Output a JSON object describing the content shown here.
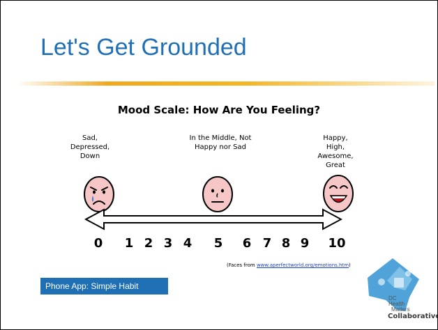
{
  "slide": {
    "title": "Let's Get Grounded"
  },
  "mood_scale": {
    "heading": "Mood Scale: How Are You Feeling?",
    "labels": {
      "sad": "Sad,\nDepressed,\nDown",
      "middle": "In the Middle, Not\nHappy nor Sad",
      "happy": "Happy,\nHigh,\nAwesome,\nGreat"
    },
    "numbers": [
      "0",
      "1",
      "2",
      "3",
      "4",
      "5",
      "6",
      "7",
      "8",
      "9",
      "10"
    ],
    "source_prefix": "(Faces from ",
    "source_link": "www.aperfectworld.org/emotions.htm",
    "source_suffix": ")"
  },
  "footer": {
    "app_label": "Phone App: Simple Habit",
    "logo": {
      "line1": "DC",
      "line2": "Health",
      "line3": "Matters",
      "line4": "Collaborative"
    }
  },
  "colors": {
    "title": "#1f6fb5",
    "accent_rule": "#f0a820",
    "app_box": "#1f6fb5",
    "face_fill": "#f7c6c6",
    "tear": "#3a6fd0",
    "logo_blue": "#4fa3d8"
  },
  "icons": {
    "sad_face": "sad-face-icon",
    "neutral_face": "neutral-face-icon",
    "happy_face": "happy-face-icon",
    "scale_arrow": "double-arrow-icon",
    "logo": "dc-map-logo-icon"
  }
}
